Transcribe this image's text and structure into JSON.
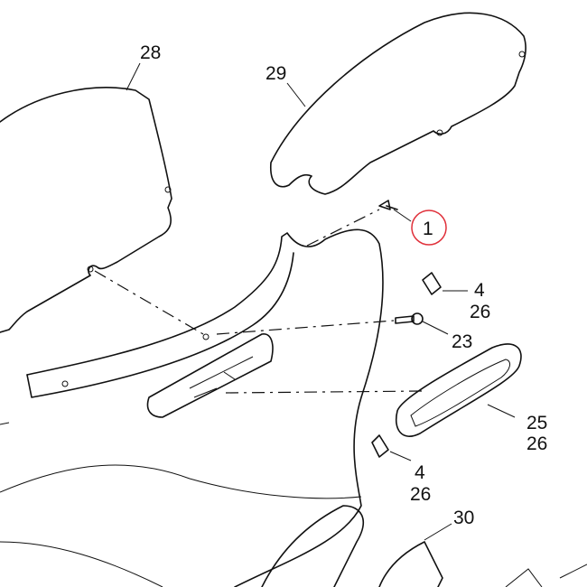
{
  "diagram": {
    "callouts": [
      {
        "id": "callout-28",
        "text": "28"
      },
      {
        "id": "callout-29",
        "text": "29"
      },
      {
        "id": "callout-1",
        "text": "1",
        "highlighted": true
      },
      {
        "id": "callout-4-top",
        "text": "4"
      },
      {
        "id": "callout-26-top",
        "text": "26"
      },
      {
        "id": "callout-23",
        "text": "23"
      },
      {
        "id": "callout-25",
        "text": "25"
      },
      {
        "id": "callout-26-mid",
        "text": "26"
      },
      {
        "id": "callout-4-bottom",
        "text": "4"
      },
      {
        "id": "callout-26-bottom",
        "text": "26"
      },
      {
        "id": "callout-30",
        "text": "30"
      }
    ],
    "highlight_color": "#e0303a"
  }
}
